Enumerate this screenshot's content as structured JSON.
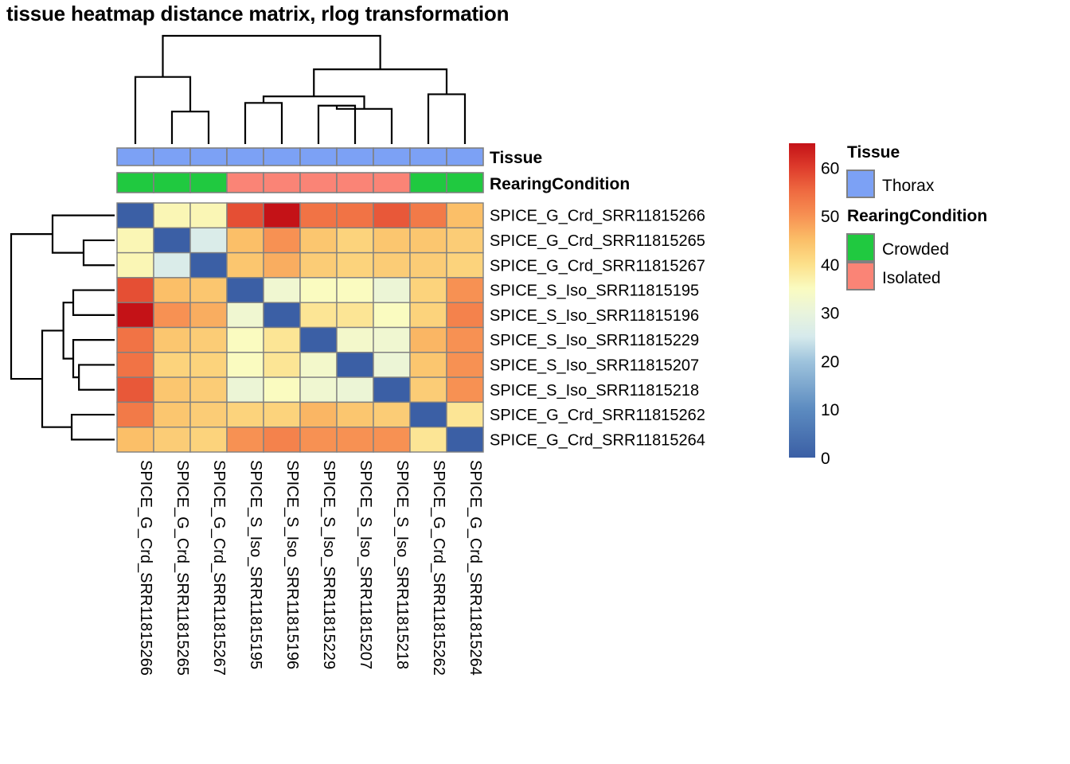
{
  "title": "tissue heatmap distance matrix, rlog transformation",
  "annotation_labels": {
    "tissue": "Tissue",
    "rearing": "RearingCondition"
  },
  "legends": [
    {
      "title": "Tissue",
      "items": [
        {
          "label": "Thorax",
          "color": "#7CA1F5"
        }
      ]
    },
    {
      "title": "RearingCondition",
      "items": [
        {
          "label": "Crowded",
          "color": "#20C940"
        },
        {
          "label": "Isolated",
          "color": "#FA8476"
        }
      ]
    }
  ],
  "colorbar": {
    "ticks": [
      0,
      10,
      20,
      30,
      40,
      50,
      60
    ],
    "min": 0,
    "max": 65,
    "stops": [
      {
        "v": 0,
        "color": "#3B5FA5"
      },
      {
        "v": 10,
        "color": "#5C8BC0"
      },
      {
        "v": 20,
        "color": "#9FC4DD"
      },
      {
        "v": 25,
        "color": "#D6EAEC"
      },
      {
        "v": 30,
        "color": "#E9F4DC"
      },
      {
        "v": 35,
        "color": "#FAFBC0"
      },
      {
        "v": 40,
        "color": "#FCE08A"
      },
      {
        "v": 45,
        "color": "#FBBF68"
      },
      {
        "v": 50,
        "color": "#F79153"
      },
      {
        "v": 55,
        "color": "#EF6B41"
      },
      {
        "v": 60,
        "color": "#DE3C2C"
      },
      {
        "v": 65,
        "color": "#C41217"
      }
    ]
  },
  "chart_data": {
    "type": "heatmap",
    "title": "tissue heatmap distance matrix, rlog transformation",
    "xlabel": "",
    "ylabel": "",
    "value_range": [
      0,
      65
    ],
    "samples": [
      "SPICE_G_Crd_SRR11815266",
      "SPICE_G_Crd_SRR11815265",
      "SPICE_G_Crd_SRR11815267",
      "SPICE_S_Iso_SRR11815195",
      "SPICE_S_Iso_SRR11815196",
      "SPICE_S_Iso_SRR11815229",
      "SPICE_S_Iso_SRR11815207",
      "SPICE_S_Iso_SRR11815218",
      "SPICE_G_Crd_SRR11815262",
      "SPICE_G_Crd_SRR11815264"
    ],
    "row_labels": [
      "SPICE_G_Crd_SRR11815266",
      "SPICE_G_Crd_SRR11815265",
      "SPICE_G_Crd_SRR11815267",
      "SPICE_S_Iso_SRR11815195",
      "SPICE_S_Iso_SRR11815196",
      "SPICE_S_Iso_SRR11815229",
      "SPICE_S_Iso_SRR11815207",
      "SPICE_S_Iso_SRR11815218",
      "SPICE_G_Crd_SRR11815262",
      "SPICE_G_Crd_SRR11815264"
    ],
    "col_labels": [
      "SPICE_G_Crd_SRR11815266",
      "SPICE_G_Crd_SRR11815265",
      "SPICE_G_Crd_SRR11815267",
      "SPICE_S_Iso_SRR11815195",
      "SPICE_S_Iso_SRR11815196",
      "SPICE_S_Iso_SRR11815229",
      "SPICE_S_Iso_SRR11815207",
      "SPICE_S_Iso_SRR11815218",
      "SPICE_G_Crd_SRR11815262",
      "SPICE_G_Crd_SRR11815264"
    ],
    "matrix": [
      [
        0,
        36,
        36,
        58,
        65,
        54,
        54,
        57,
        53,
        45
      ],
      [
        36,
        0,
        26,
        45,
        50,
        44,
        42,
        44,
        44,
        43
      ],
      [
        36,
        26,
        0,
        44,
        47,
        43,
        42,
        43,
        43,
        42
      ],
      [
        58,
        45,
        44,
        0,
        32,
        35,
        35,
        31,
        42,
        50
      ],
      [
        65,
        50,
        47,
        32,
        0,
        39,
        39,
        35,
        42,
        52
      ],
      [
        54,
        44,
        43,
        35,
        39,
        0,
        33,
        32,
        46,
        50
      ],
      [
        54,
        42,
        42,
        35,
        39,
        33,
        0,
        31,
        44,
        50
      ],
      [
        57,
        44,
        43,
        31,
        35,
        32,
        31,
        0,
        43,
        50
      ],
      [
        53,
        44,
        43,
        42,
        42,
        46,
        44,
        43,
        0,
        39
      ],
      [
        45,
        43,
        42,
        50,
        52,
        50,
        50,
        50,
        39,
        0
      ]
    ],
    "annotations": {
      "Tissue": [
        "Thorax",
        "Thorax",
        "Thorax",
        "Thorax",
        "Thorax",
        "Thorax",
        "Thorax",
        "Thorax",
        "Thorax",
        "Thorax"
      ],
      "RearingCondition": [
        "Crowded",
        "Crowded",
        "Crowded",
        "Isolated",
        "Isolated",
        "Isolated",
        "Isolated",
        "Isolated",
        "Crowded",
        "Crowded"
      ]
    },
    "annotation_colors": {
      "Thorax": "#7CA1F5",
      "Crowded": "#20C940",
      "Isolated": "#FA8476"
    },
    "col_dendrogram": {
      "orientation": "top",
      "leaf_order": [
        0,
        1,
        2,
        3,
        4,
        5,
        6,
        7,
        8,
        9
      ],
      "merges": [
        {
          "left": {
            "leaf": 1
          },
          "right": {
            "leaf": 2
          },
          "height": 0.3,
          "id": "m1"
        },
        {
          "left": {
            "leaf": 0
          },
          "right": {
            "node": "m1"
          },
          "height": 0.62,
          "id": "m2"
        },
        {
          "left": {
            "leaf": 3
          },
          "right": {
            "leaf": 4
          },
          "height": 0.38,
          "id": "m3"
        },
        {
          "left": {
            "leaf": 5
          },
          "right": {
            "leaf": 6
          },
          "height": 0.355,
          "id": "m4"
        },
        {
          "left": {
            "node": "m4"
          },
          "right": {
            "leaf": 7
          },
          "height": 0.325,
          "id": "m5"
        },
        {
          "left": {
            "node": "m3"
          },
          "right": {
            "node": "m5"
          },
          "height": 0.44,
          "id": "m6"
        },
        {
          "left": {
            "leaf": 8
          },
          "right": {
            "leaf": 9
          },
          "height": 0.46,
          "id": "m7"
        },
        {
          "left": {
            "node": "m6"
          },
          "right": {
            "node": "m7"
          },
          "height": 0.69,
          "id": "m8"
        },
        {
          "left": {
            "node": "m2"
          },
          "right": {
            "node": "m8"
          },
          "height": 1.0,
          "id": "m9"
        }
      ]
    },
    "row_dendrogram": {
      "orientation": "left",
      "leaf_order": [
        0,
        1,
        2,
        3,
        4,
        5,
        6,
        7,
        8,
        9
      ],
      "merges": [
        {
          "left": {
            "leaf": 1
          },
          "right": {
            "leaf": 2
          },
          "height": 0.3,
          "id": "r1"
        },
        {
          "left": {
            "leaf": 0
          },
          "right": {
            "node": "r1"
          },
          "height": 0.6,
          "id": "r2"
        },
        {
          "left": {
            "leaf": 3
          },
          "right": {
            "leaf": 4
          },
          "height": 0.4,
          "id": "r3"
        },
        {
          "left": {
            "leaf": 6
          },
          "right": {
            "leaf": 7
          },
          "height": 0.345,
          "id": "r4"
        },
        {
          "left": {
            "leaf": 5
          },
          "right": {
            "node": "r4"
          },
          "height": 0.4,
          "id": "r5"
        },
        {
          "left": {
            "node": "r3"
          },
          "right": {
            "node": "r5"
          },
          "height": 0.495,
          "id": "r6"
        },
        {
          "left": {
            "leaf": 8
          },
          "right": {
            "leaf": 9
          },
          "height": 0.415,
          "id": "r7"
        },
        {
          "left": {
            "node": "r6"
          },
          "right": {
            "node": "r7"
          },
          "height": 0.7,
          "id": "r8"
        },
        {
          "left": {
            "node": "r2"
          },
          "right": {
            "node": "r8"
          },
          "height": 1.0,
          "id": "r9"
        }
      ]
    }
  }
}
